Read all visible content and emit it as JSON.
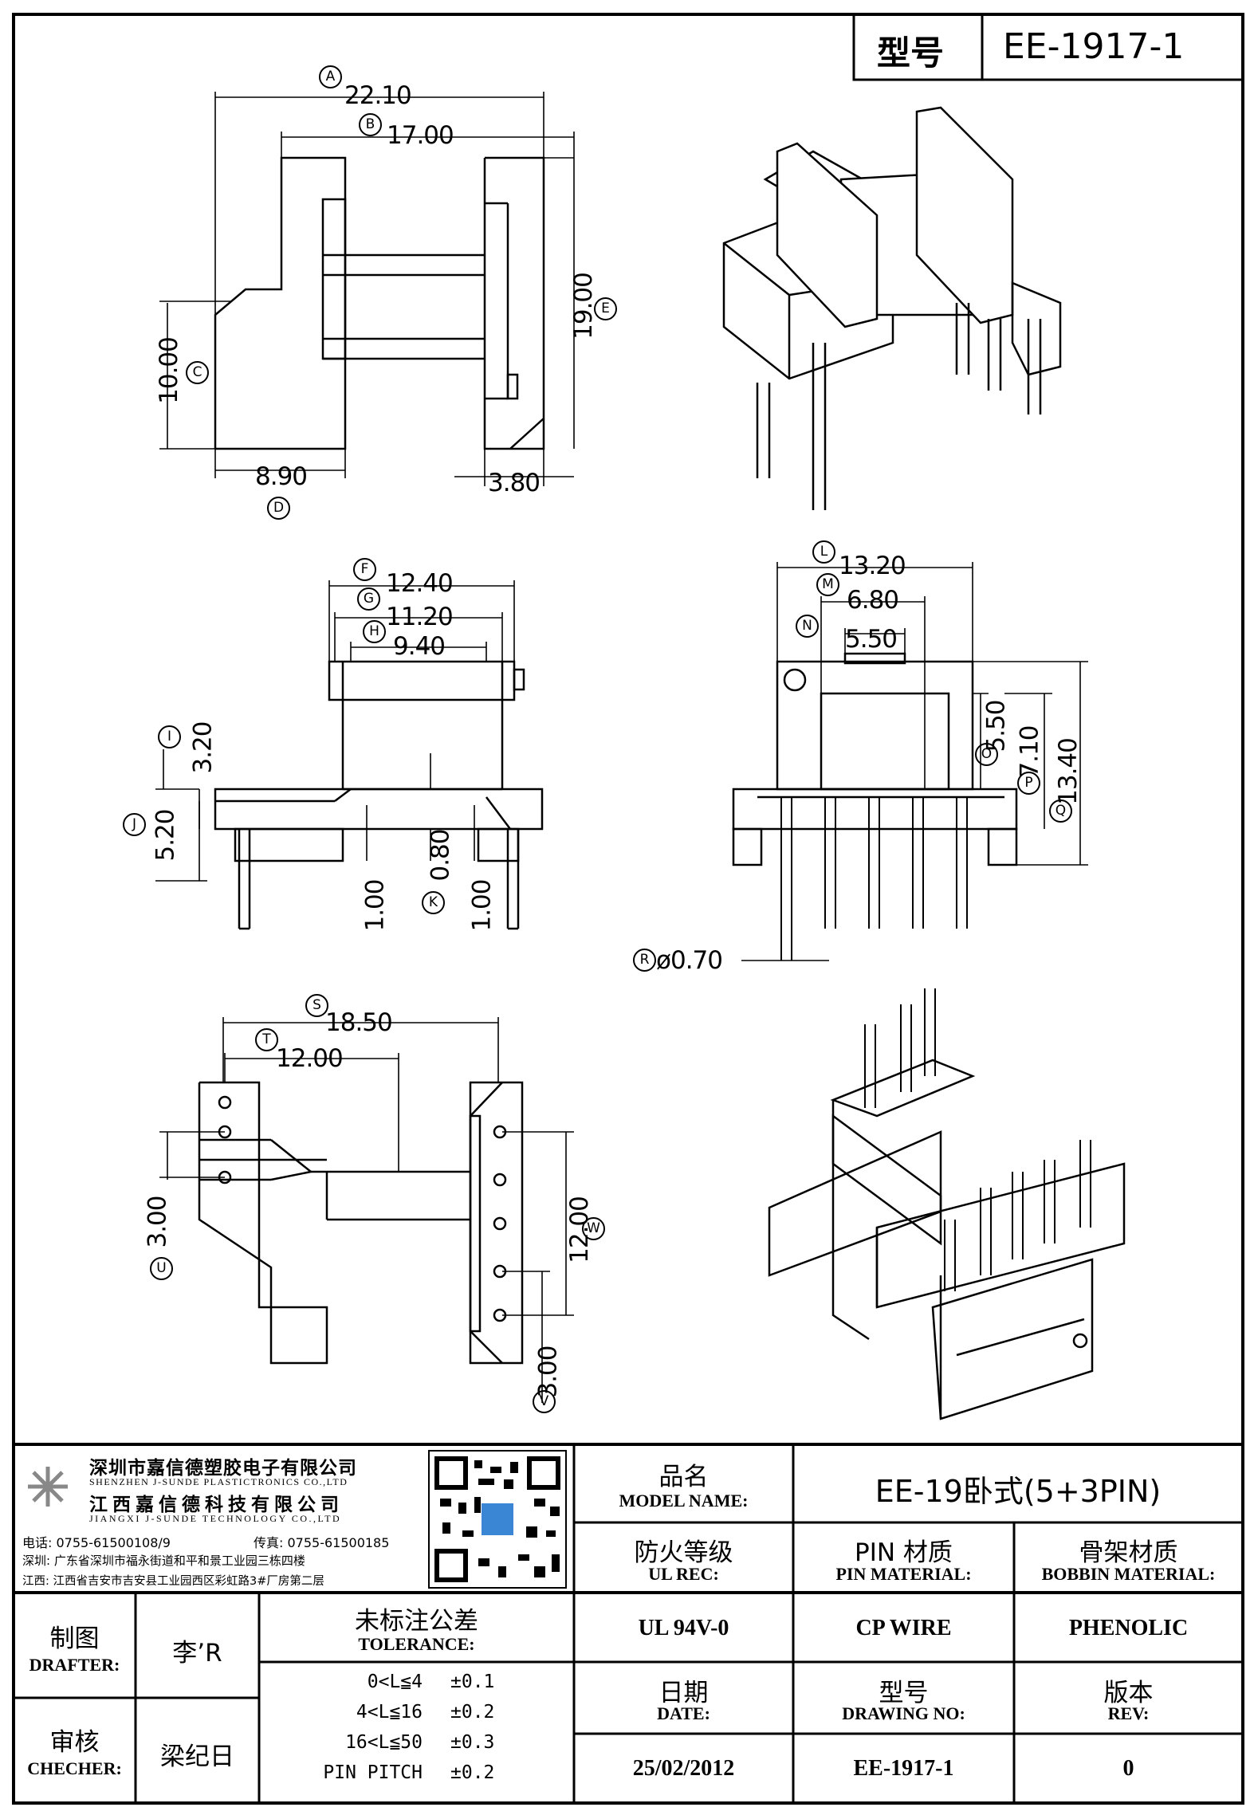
{
  "header": {
    "type_label": "型号",
    "model_code": "EE-1917-1"
  },
  "dims": {
    "A": {
      "mark": "A",
      "value": "22.10"
    },
    "B": {
      "mark": "B",
      "value": "17.00"
    },
    "C": {
      "mark": "C",
      "value": "10.00"
    },
    "D": {
      "mark": "D",
      "value": "8.90"
    },
    "E": {
      "mark": "E",
      "value": "19.00"
    },
    "E2": {
      "value": "3.80"
    },
    "F": {
      "mark": "F",
      "value": "12.40"
    },
    "G": {
      "mark": "G",
      "value": "11.20"
    },
    "H": {
      "mark": "H",
      "value": "9.40"
    },
    "I": {
      "mark": "I",
      "value": "3.20"
    },
    "J": {
      "mark": "J",
      "value": "5.20"
    },
    "K": {
      "mark": "K",
      "value": "0.80"
    },
    "K1": {
      "value": "1.00"
    },
    "K2": {
      "value": "1.00"
    },
    "L": {
      "mark": "L",
      "value": "13.20"
    },
    "M": {
      "mark": "M",
      "value": "6.80"
    },
    "N": {
      "mark": "N",
      "value": "5.50"
    },
    "O": {
      "mark": "O",
      "value": "5.50"
    },
    "P": {
      "mark": "P",
      "value": "7.10"
    },
    "Q": {
      "mark": "Q",
      "value": "13.40"
    },
    "R": {
      "mark": "R",
      "value": "ø0.70"
    },
    "S": {
      "mark": "S",
      "value": "18.50"
    },
    "T": {
      "mark": "T",
      "value": "12.00"
    },
    "U": {
      "mark": "U",
      "value": "3.00"
    },
    "V": {
      "mark": "V",
      "value": "3.00"
    },
    "W": {
      "mark": "W",
      "value": "12.00"
    }
  },
  "company": {
    "name_cn": "深圳市嘉信德塑胶电子有限公司",
    "name_en": "SHENZHEN J-SUNDE PLASTICTRONICS CO.,LTD",
    "name2_cn": "江西嘉信德科技有限公司",
    "name2_en": "JIANGXI J-SUNDE TECHNOLOGY CO.,LTD",
    "phone": "电话: 0755-61500108/9",
    "fax": "传真: 0755-61500185",
    "addr_sz": "深圳: 广东省深圳市福永街道和平和景工业园三栋四楼",
    "addr_jx": "江西: 江西省吉安市吉安县工业园西区彩虹路3#厂房第二层"
  },
  "table": {
    "model_name_cn": "品名",
    "model_name_en": "MODEL NAME:",
    "model_name_value": "EE-19卧式(5+3PIN)",
    "ul_cn": "防火等级",
    "ul_en": "UL REC:",
    "ul_value": "UL 94V-0",
    "pin_cn": "PIN 材质",
    "pin_en": "PIN MATERIAL:",
    "pin_value": "CP WIRE",
    "bobbin_cn": "骨架材质",
    "bobbin_en": "BOBBIN MATERIAL:",
    "bobbin_value": "PHENOLIC",
    "drafter_cn": "制图",
    "drafter_en": "DRAFTER:",
    "drafter_value": "李’R",
    "checker_cn": "审核",
    "checker_en": "CHECHER:",
    "checker_value": "梁纪日",
    "tol_cn": "未标注公差",
    "tol_en": "TOLERANCE:",
    "tol_rows": [
      {
        "range": "0<L≦4",
        "value": "±0.1"
      },
      {
        "range": "4<L≦16",
        "value": "±0.2"
      },
      {
        "range": "16<L≦50",
        "value": "±0.3"
      },
      {
        "range": "PIN PITCH",
        "value": "±0.2"
      }
    ],
    "date_cn": "日期",
    "date_en": "DATE:",
    "date_value": "25/02/2012",
    "drawing_cn": "型号",
    "drawing_en": "DRAWING NO:",
    "drawing_value": "EE-1917-1",
    "rev_cn": "版本",
    "rev_en": "REV:",
    "rev_value": "0"
  }
}
